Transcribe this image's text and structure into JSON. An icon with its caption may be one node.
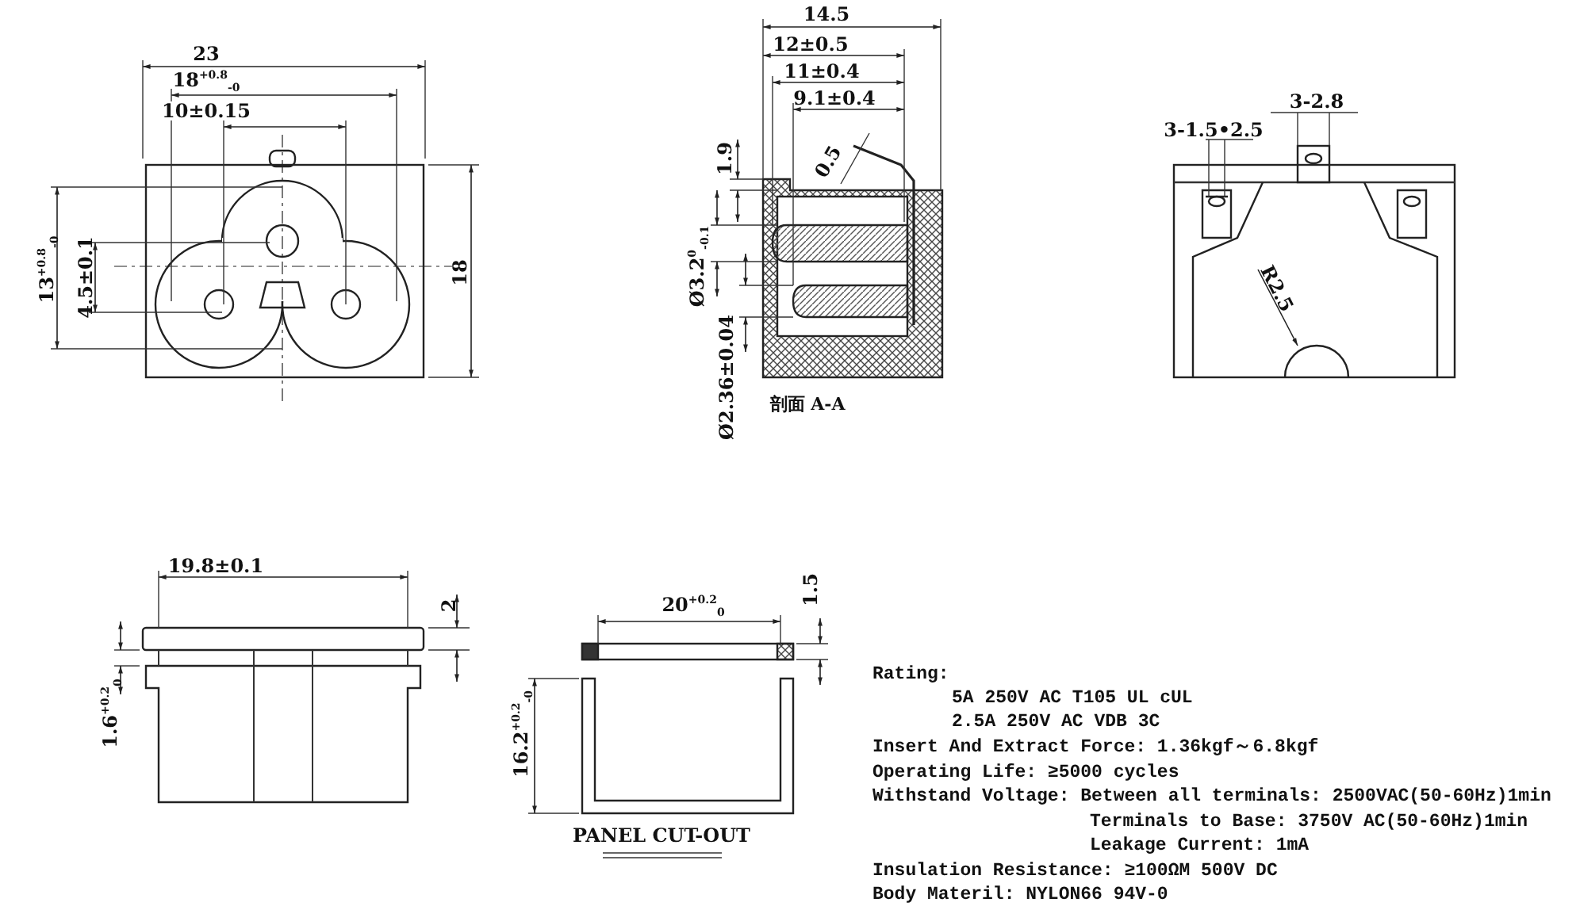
{
  "diagram": {
    "labels": [
      "23",
      "18$^{+0.8}$$_{-0}$",
      "10±0.15",
      "13$^{+0.8}$$_{-0}$",
      "4.5±0.1",
      "18",
      "14.5",
      "12±0.5",
      "11±0.4",
      "9.1±0.4",
      "1.9",
      "0.5",
      "Ø3.2$^{0}$$_{-0.1}$",
      "Ø2.36±0.04",
      "剖面 A-A",
      "3-1.5•2.5",
      "3-2.8",
      "R2.5",
      "19.8±0.1",
      "2",
      "1.6$^{+0.2}$$_{0}$",
      "20$^{+0.2}$$_{0}$",
      "1.5",
      "16.2$^{+0.2}$$_{-0}$",
      "PANEL CUT-OUT",
      "Rating:",
      "5A 250V AC T105 UL cUL",
      "2.5A 250V AC VDB 3C",
      "Insert And Extract Force: 1.36kgf～6.8kgf",
      "Operating Life: ≥5000 cycles",
      "Withstand Voltage: Between all terminals: 2500VAC(50-60Hz)1min",
      "Terminals to Base: 3750V AC(50-60Hz)1min",
      "Leakage Current: 1mA",
      "Insulation Resistance: ≥100ΩM 500V DC",
      "Body Materil: NYLON66 94V-0"
    ]
  }
}
